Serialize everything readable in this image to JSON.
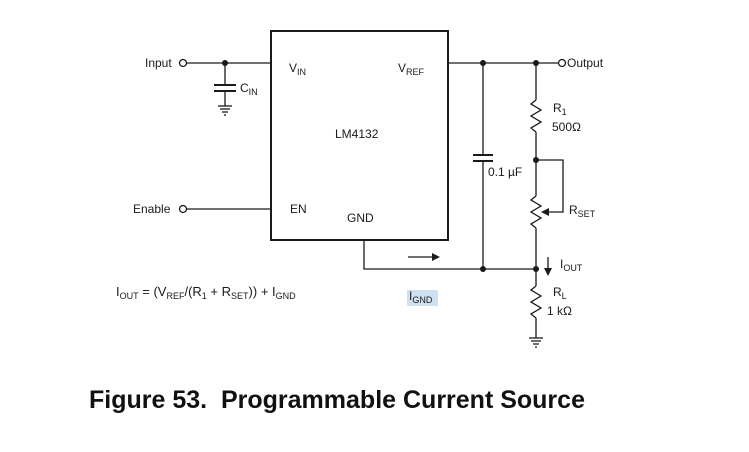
{
  "figure": {
    "caption": "Figure 53.  Programmable Current Source"
  },
  "chip": {
    "name": "LM4132",
    "pin_vin": "V",
    "pin_vin_sub": "IN",
    "pin_vref": "V",
    "pin_vref_sub": "REF",
    "pin_en": "EN",
    "pin_gnd": "GND"
  },
  "terminals": {
    "input": "Input",
    "enable": "Enable",
    "output": "Output"
  },
  "components": {
    "cin": "C",
    "cin_sub": "IN",
    "cap_value": "0.1 µF",
    "r1": "R",
    "r1_sub": "1",
    "r1_value": "500Ω",
    "rset": "R",
    "rset_sub": "SET",
    "rl": "R",
    "rl_sub": "L",
    "rl_value": "1 kΩ"
  },
  "currents": {
    "iout": "I",
    "iout_sub": "OUT",
    "ignd": "I",
    "ignd_sub": "GND"
  },
  "formula": {
    "p1": "I",
    "p1_sub": "OUT",
    "p2": " = (V",
    "p2_sub": "REF",
    "p3": "/(R",
    "p3_sub": "1",
    "p4": " + R",
    "p4_sub": "SET",
    "p5": ")) + I",
    "p5_sub": "GND"
  }
}
